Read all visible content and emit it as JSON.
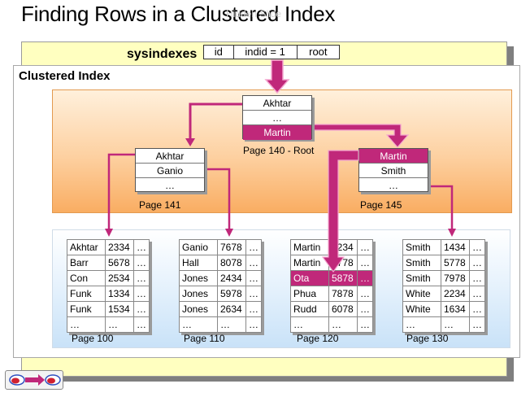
{
  "title": "Finding Rows in a Clustered Index",
  "watermark": "Hidden Slide",
  "sysindexes": {
    "label": "sysindexes",
    "columns": [
      "id",
      "indid = 1",
      "root"
    ]
  },
  "clustered_index_label": "Clustered Index",
  "root_page": {
    "rows": [
      "Akhtar",
      "…",
      "Martin"
    ],
    "highlighted_row": 2,
    "label": "Page 140 - Root"
  },
  "intermediate_pages": [
    {
      "rows": [
        "Akhtar",
        "Ganio",
        "…"
      ],
      "highlighted_row": -1,
      "label": "Page 141"
    },
    {
      "rows": [
        "Martin",
        "Smith",
        "…"
      ],
      "highlighted_row": 0,
      "label": "Page 145"
    }
  ],
  "leaf_pages": [
    {
      "label": "Page 100",
      "rows": [
        [
          "Akhtar",
          "2334",
          "…"
        ],
        [
          "Barr",
          "5678",
          "…"
        ],
        [
          "Con",
          "2534",
          "…"
        ],
        [
          "Funk",
          "1334",
          "…"
        ],
        [
          "Funk",
          "1534",
          "…"
        ],
        [
          "…",
          "…",
          "…"
        ]
      ],
      "highlighted_row": -1
    },
    {
      "label": "Page 110",
      "rows": [
        [
          "Ganio",
          "7678",
          "…"
        ],
        [
          "Hall",
          "8078",
          "…"
        ],
        [
          "Jones",
          "2434",
          "…"
        ],
        [
          "Jones",
          "5978",
          "…"
        ],
        [
          "Jones",
          "2634",
          "…"
        ],
        [
          "…",
          "…",
          "…"
        ]
      ],
      "highlighted_row": -1
    },
    {
      "label": "Page 120",
      "rows": [
        [
          "Martin",
          "1234",
          "…"
        ],
        [
          "Martin",
          "7778",
          "…"
        ],
        [
          "Ota",
          "5878",
          "…"
        ],
        [
          "Phua",
          "7878",
          "…"
        ],
        [
          "Rudd",
          "6078",
          "…"
        ],
        [
          "…",
          "…",
          "…"
        ]
      ],
      "highlighted_row": 2
    },
    {
      "label": "Page 130",
      "rows": [
        [
          "Smith",
          "1434",
          "…"
        ],
        [
          "Smith",
          "5778",
          "…"
        ],
        [
          "Smith",
          "7978",
          "…"
        ],
        [
          "White",
          "2234",
          "…"
        ],
        [
          "White",
          "1634",
          "…"
        ],
        [
          "…",
          "…",
          "…"
        ]
      ],
      "highlighted_row": -1
    }
  ],
  "colors": {
    "highlight": "#c0287a",
    "arrow": "#c0287a",
    "arrow_light": "#f3a6cf",
    "orange_zone": "#f9ad62",
    "blue_zone": "#c9e2f8",
    "yellow_panel": "#ffffc0"
  },
  "icons": {
    "nav": "slide-navigation-icon"
  }
}
